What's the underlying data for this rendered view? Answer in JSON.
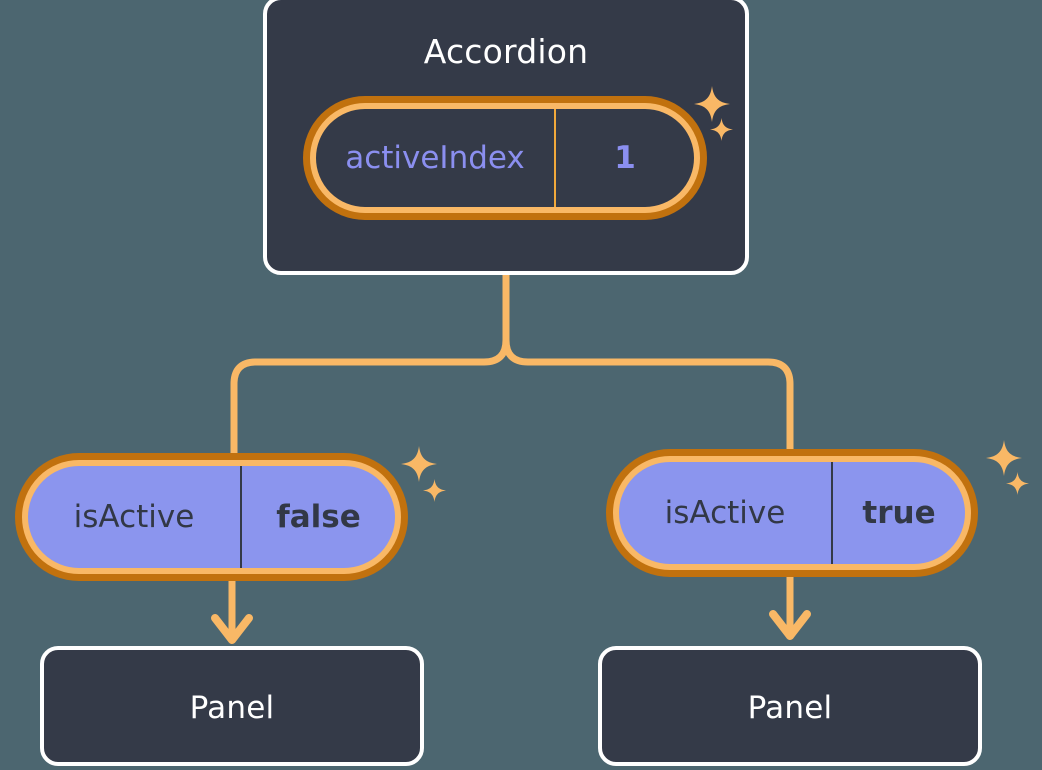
{
  "theme": {
    "background": "#4c6670",
    "card_fill": "#343a48",
    "card_border": "#ffffff",
    "pill_ring_inner": "#f9b866",
    "pill_ring_outer": "#c1710e",
    "pill_purple_fill": "#8b95ee",
    "pill_purple_text": "#323846",
    "pill_dark_text": "#8b8ff0",
    "connector": "#f9b866",
    "sparkle": "#f9b866"
  },
  "diagram": {
    "root": {
      "title": "Accordion",
      "state": {
        "key": "activeIndex",
        "value": "1"
      }
    },
    "branches": [
      {
        "prop": {
          "key": "isActive",
          "value": "false"
        },
        "child": {
          "title": "Panel"
        }
      },
      {
        "prop": {
          "key": "isActive",
          "value": "true"
        },
        "child": {
          "title": "Panel"
        }
      }
    ]
  },
  "icons": {
    "sparkle_large": "sparkle-4-point-large",
    "sparkle_small": "sparkle-4-point-small"
  }
}
